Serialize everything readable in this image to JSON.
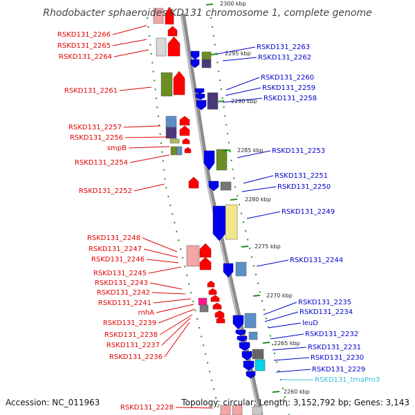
{
  "title": "Rhodobacter sphaeroides KD131 chromosome 1, complete genome",
  "footer": {
    "accession": "Accession: NC_011963",
    "summary": "Topology: circular; Length: 3,152,792 bp; Genes: 3,143"
  },
  "colors": {
    "backbone": "#8c8c8c",
    "tick": "#1e8c1e",
    "left_label": "#e00000",
    "right_label": "#0000cc",
    "rna_label": "#33bbdd",
    "fwd_gene": "#ff0000",
    "rev_gene": "#0000ee"
  },
  "kbp_markers": [
    "2300 kbp",
    "2295 kbp",
    "2290 kbp",
    "2285 kbp",
    "2280 kbp",
    "2275 kbp",
    "2270 kbp",
    "2265 kbp",
    "2260 kbp"
  ],
  "left_labels": [
    "RSKD131_2266",
    "RSKD131_2265",
    "RSKD131_2264",
    "RSKD131_2261",
    "RSKD131_2257",
    "RSKD131_2256",
    "smpB",
    "RSKD131_2254",
    "RSKD131_2252",
    "RSKD131_2248",
    "RSKD131_2247",
    "RSKD131_2246",
    "RSKD131_2245",
    "RSKD131_2243",
    "RSKD131_2242",
    "RSKD131_2241",
    "rnhA",
    "RSKD131_2239",
    "RSKD131_2238",
    "RSKD131_2237",
    "RSKD131_2236",
    "RSKD131_2228"
  ],
  "right_labels": [
    "RSKD131_2263",
    "RSKD131_2262",
    "RSKD131_2260",
    "RSKD131_2259",
    "RSKD131_2258",
    "RSKD131_2253",
    "RSKD131_2251",
    "RSKD131_2250",
    "RSKD131_2249",
    "RSKD131_2244",
    "RSKD131_2235",
    "RSKD131_2234",
    "leuD",
    "RSKD131_2232",
    "RSKD131_2231",
    "RSKD131_2230",
    "RSKD131_2229",
    "RSKD131_trnaPro3"
  ]
}
